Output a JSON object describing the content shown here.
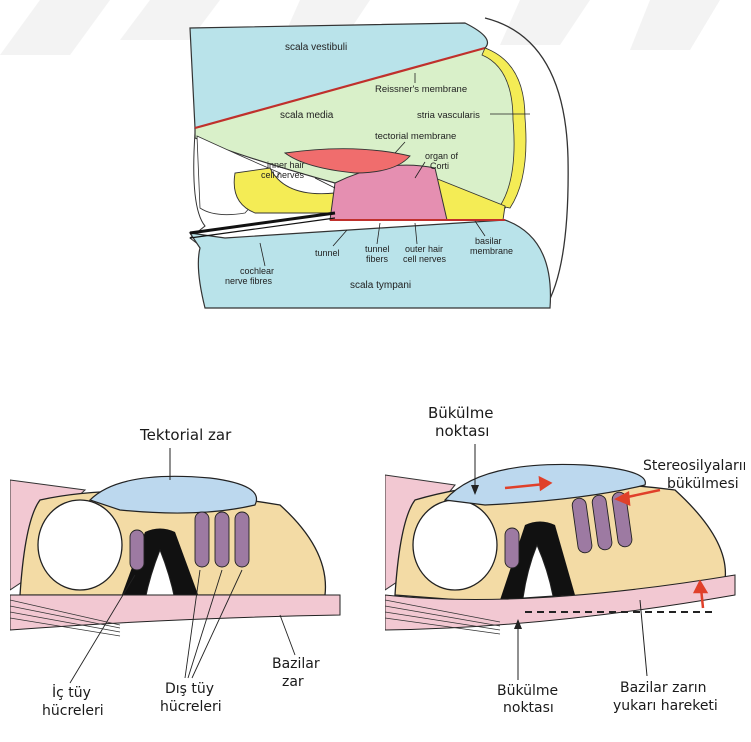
{
  "colors": {
    "endolymph": "#d9f0c9",
    "perilymph": "#b9e3ea",
    "tectorial": "#f06d6d",
    "organ_corti": "#e58fb1",
    "cells_yellow": "#f4ec55",
    "tectorial_bottom": "#bcd8ee",
    "membrane_pink": "#f2c8d2",
    "cell_body": "#f3dba5",
    "hair_cell": "#9d7aa2",
    "arrow_red": "#e0402a"
  },
  "top_diagram": {
    "labels": {
      "scala_vestibuli": "scala vestibuli",
      "reissner": "Reissner's membrane",
      "scala_media": "scala media",
      "stria": "stria vascularis",
      "tectorial": "tectorial membrane",
      "organ_line1": "organ of",
      "organ_line2": "Corti",
      "inner_line1": "inner hair",
      "inner_line2": "cell nerves",
      "tunnel": "tunnel",
      "tunnel_fibers_line1": "tunnel",
      "tunnel_fibers_line2": "fibers",
      "outer_line1": "outer hair",
      "outer_line2": "cell nerves",
      "basilar_line1": "basilar",
      "basilar_line2": "membrane",
      "cochlear_line1": "cochlear",
      "cochlear_line2": "nerve fibres",
      "scala_tympani": "scala tympani"
    }
  },
  "left_diagram": {
    "labels": {
      "tektorial": "Tektorial zar",
      "ic_line1": "İç tüy",
      "ic_line2": "hücreleri",
      "dis_line1": "Dış tüy",
      "dis_line2": "hücreleri",
      "bazilar_line1": "Bazilar",
      "bazilar_line2": "zar"
    }
  },
  "right_diagram": {
    "labels": {
      "bukulme_top_line1": "Bükülme",
      "bukulme_top_line2": "noktası",
      "stereo_line1": "Stereosilyaların",
      "stereo_line2": "bükülmesi",
      "bukulme_bottom_line1": "Bükülme",
      "bukulme_bottom_line2": "noktası",
      "bazilar_line1": "Bazilar zarın",
      "bazilar_line2": "yukarı hareketi"
    }
  }
}
